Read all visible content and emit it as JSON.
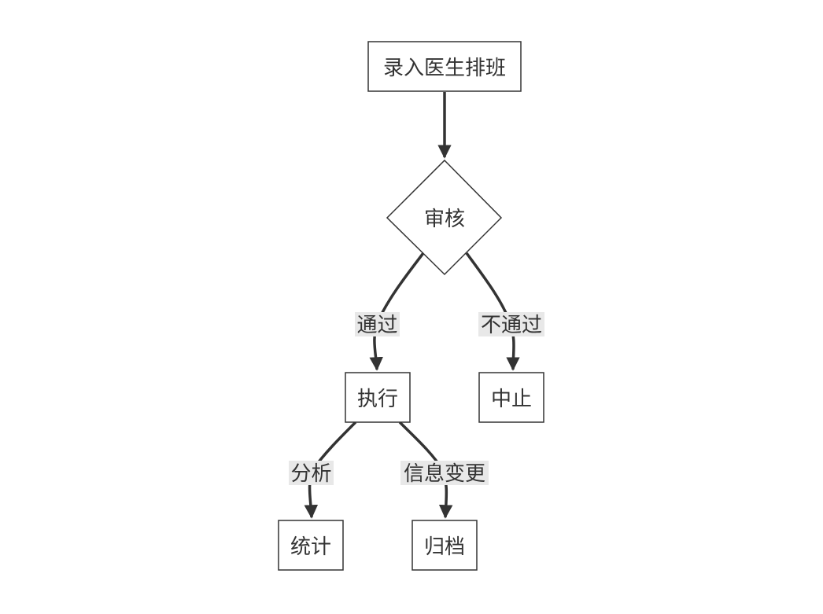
{
  "diagram": {
    "colors": {
      "stroke": "#333333",
      "node_fill": "#ffffff",
      "label_bg": "#e8e8e8",
      "text": "#333333"
    },
    "nodes": {
      "enter_schedule": {
        "label": "录入医生排班",
        "shape": "rect"
      },
      "review": {
        "label": "审核",
        "shape": "diamond"
      },
      "execute": {
        "label": "执行",
        "shape": "rect"
      },
      "terminate": {
        "label": "中止",
        "shape": "rect"
      },
      "statistics": {
        "label": "统计",
        "shape": "rect"
      },
      "archive": {
        "label": "归档",
        "shape": "rect"
      }
    },
    "edges": {
      "enter_to_review": {
        "from": "录入医生排班",
        "to": "审核",
        "label": ""
      },
      "review_to_execute": {
        "from": "审核",
        "to": "执行",
        "label": "通过"
      },
      "review_to_terminate": {
        "from": "审核",
        "to": "中止",
        "label": "不通过"
      },
      "execute_to_statistics": {
        "from": "执行",
        "to": "统计",
        "label": "分析"
      },
      "execute_to_archive": {
        "from": "执行",
        "to": "归档",
        "label": "信息变更"
      }
    }
  }
}
